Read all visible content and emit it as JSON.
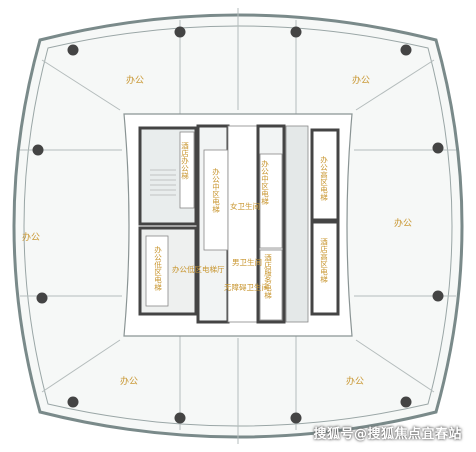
{
  "zones": {
    "office_nw": "办公",
    "office_ne": "办公",
    "office_w": "办公",
    "office_e": "办公",
    "office_sw": "办公",
    "office_se": "办公"
  },
  "core": {
    "hotel_office_lift": "酒店办公梯",
    "office_mid_lift_a": "办公中区电梯",
    "office_mid_lift_b": "办公中区电梯",
    "office_high_lift": "办公高区电梯",
    "female_wc": "女卫生间",
    "hotel_high_lift": "酒店高区电梯",
    "office_low_lift": "办公低区电梯",
    "office_low_lobby": "办公低区电梯厅",
    "male_wc": "男卫生间",
    "hotel_service_lift": "酒店服务电梯",
    "fire_lift": "无障碍卫生间"
  },
  "watermark": "搜狐号@搜狐焦点宜春站",
  "colors": {
    "accent_text": "#c8952e",
    "wall": "#555555",
    "glass": "#7a8a8a",
    "floor": "#f6f8f7",
    "core_fill": "#eeeeee"
  }
}
